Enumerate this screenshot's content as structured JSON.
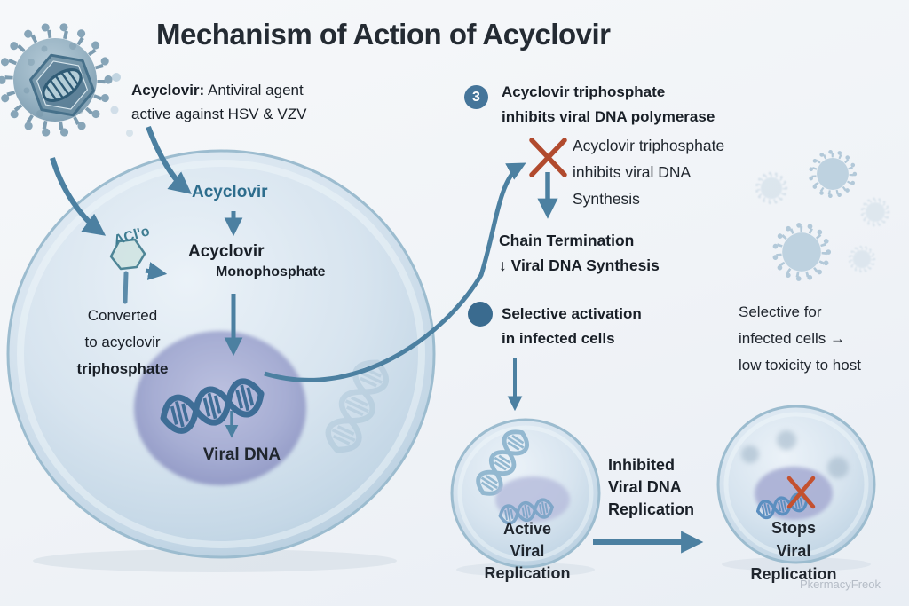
{
  "title": "Mechanism of Action of Acyclovir",
  "colors": {
    "arrow_blue": "#4c80a1",
    "accent_teal": "#2d6d8d",
    "inhibit_red": "#b14a2e",
    "badge_blue": "#45759a",
    "cell_fill": "#d7e4ef",
    "nucleus_fill": "#a2a9d0",
    "text_dark": "#1a2027",
    "watermark_gray": "#b5bcc6"
  },
  "intro": {
    "term": "Acyclovir:",
    "definition": " Antiviral agent",
    "line2": "active against HSV & VZV"
  },
  "step3": {
    "number": "3",
    "line1": "Acyclovir triphosphate",
    "line2": "inhibits viral DNA polymerase"
  },
  "inhibition_note": {
    "line1": "Acyclovir triphosphate",
    "line2": "inhibits viral DNA",
    "line3": "Synthesis"
  },
  "chain_termination": {
    "line1": "Chain Termination",
    "line2": "↓ Viral DNA Synthesis"
  },
  "selective_activation": {
    "line1": "Selective activation",
    "line2": "in infected cells"
  },
  "selectivity_note": {
    "line1": "Selective for",
    "line2": "infected cells →",
    "line3": "low toxicity to host"
  },
  "cell": {
    "acyclovir_label": "Acyclovir",
    "molecule_label": "ACl'o",
    "monophosphate_line1": "Acyclovir",
    "monophosphate_line2": "Monophosphate",
    "converted_line1": "Converted",
    "converted_line2": "to acyclovir",
    "converted_line3": "triphosphate",
    "viral_dna_label": "Viral DNA"
  },
  "outcome": {
    "active_cell": {
      "line1": "Active",
      "line2": "Viral",
      "line3": "Replication"
    },
    "transition_label": {
      "line1": "Inhibited",
      "line2": "Viral DNA",
      "line3": "Replication"
    },
    "stopped_cell": {
      "line1": "Stops",
      "line2": "Viral",
      "line3": "Replication"
    }
  },
  "watermark": "PkermacyFreok"
}
